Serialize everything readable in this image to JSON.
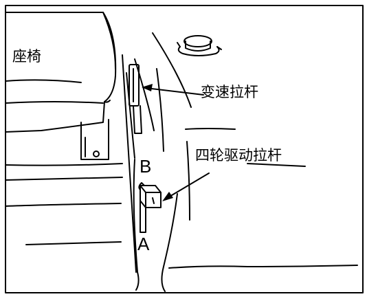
{
  "figure": {
    "background": "#ffffff",
    "line_color": "#000000",
    "labels": {
      "seat": "座椅",
      "gear_lever": "变速拉杆",
      "fwd_lever": "四轮驱动拉杆",
      "position_b": "B",
      "position_a": "A"
    }
  }
}
